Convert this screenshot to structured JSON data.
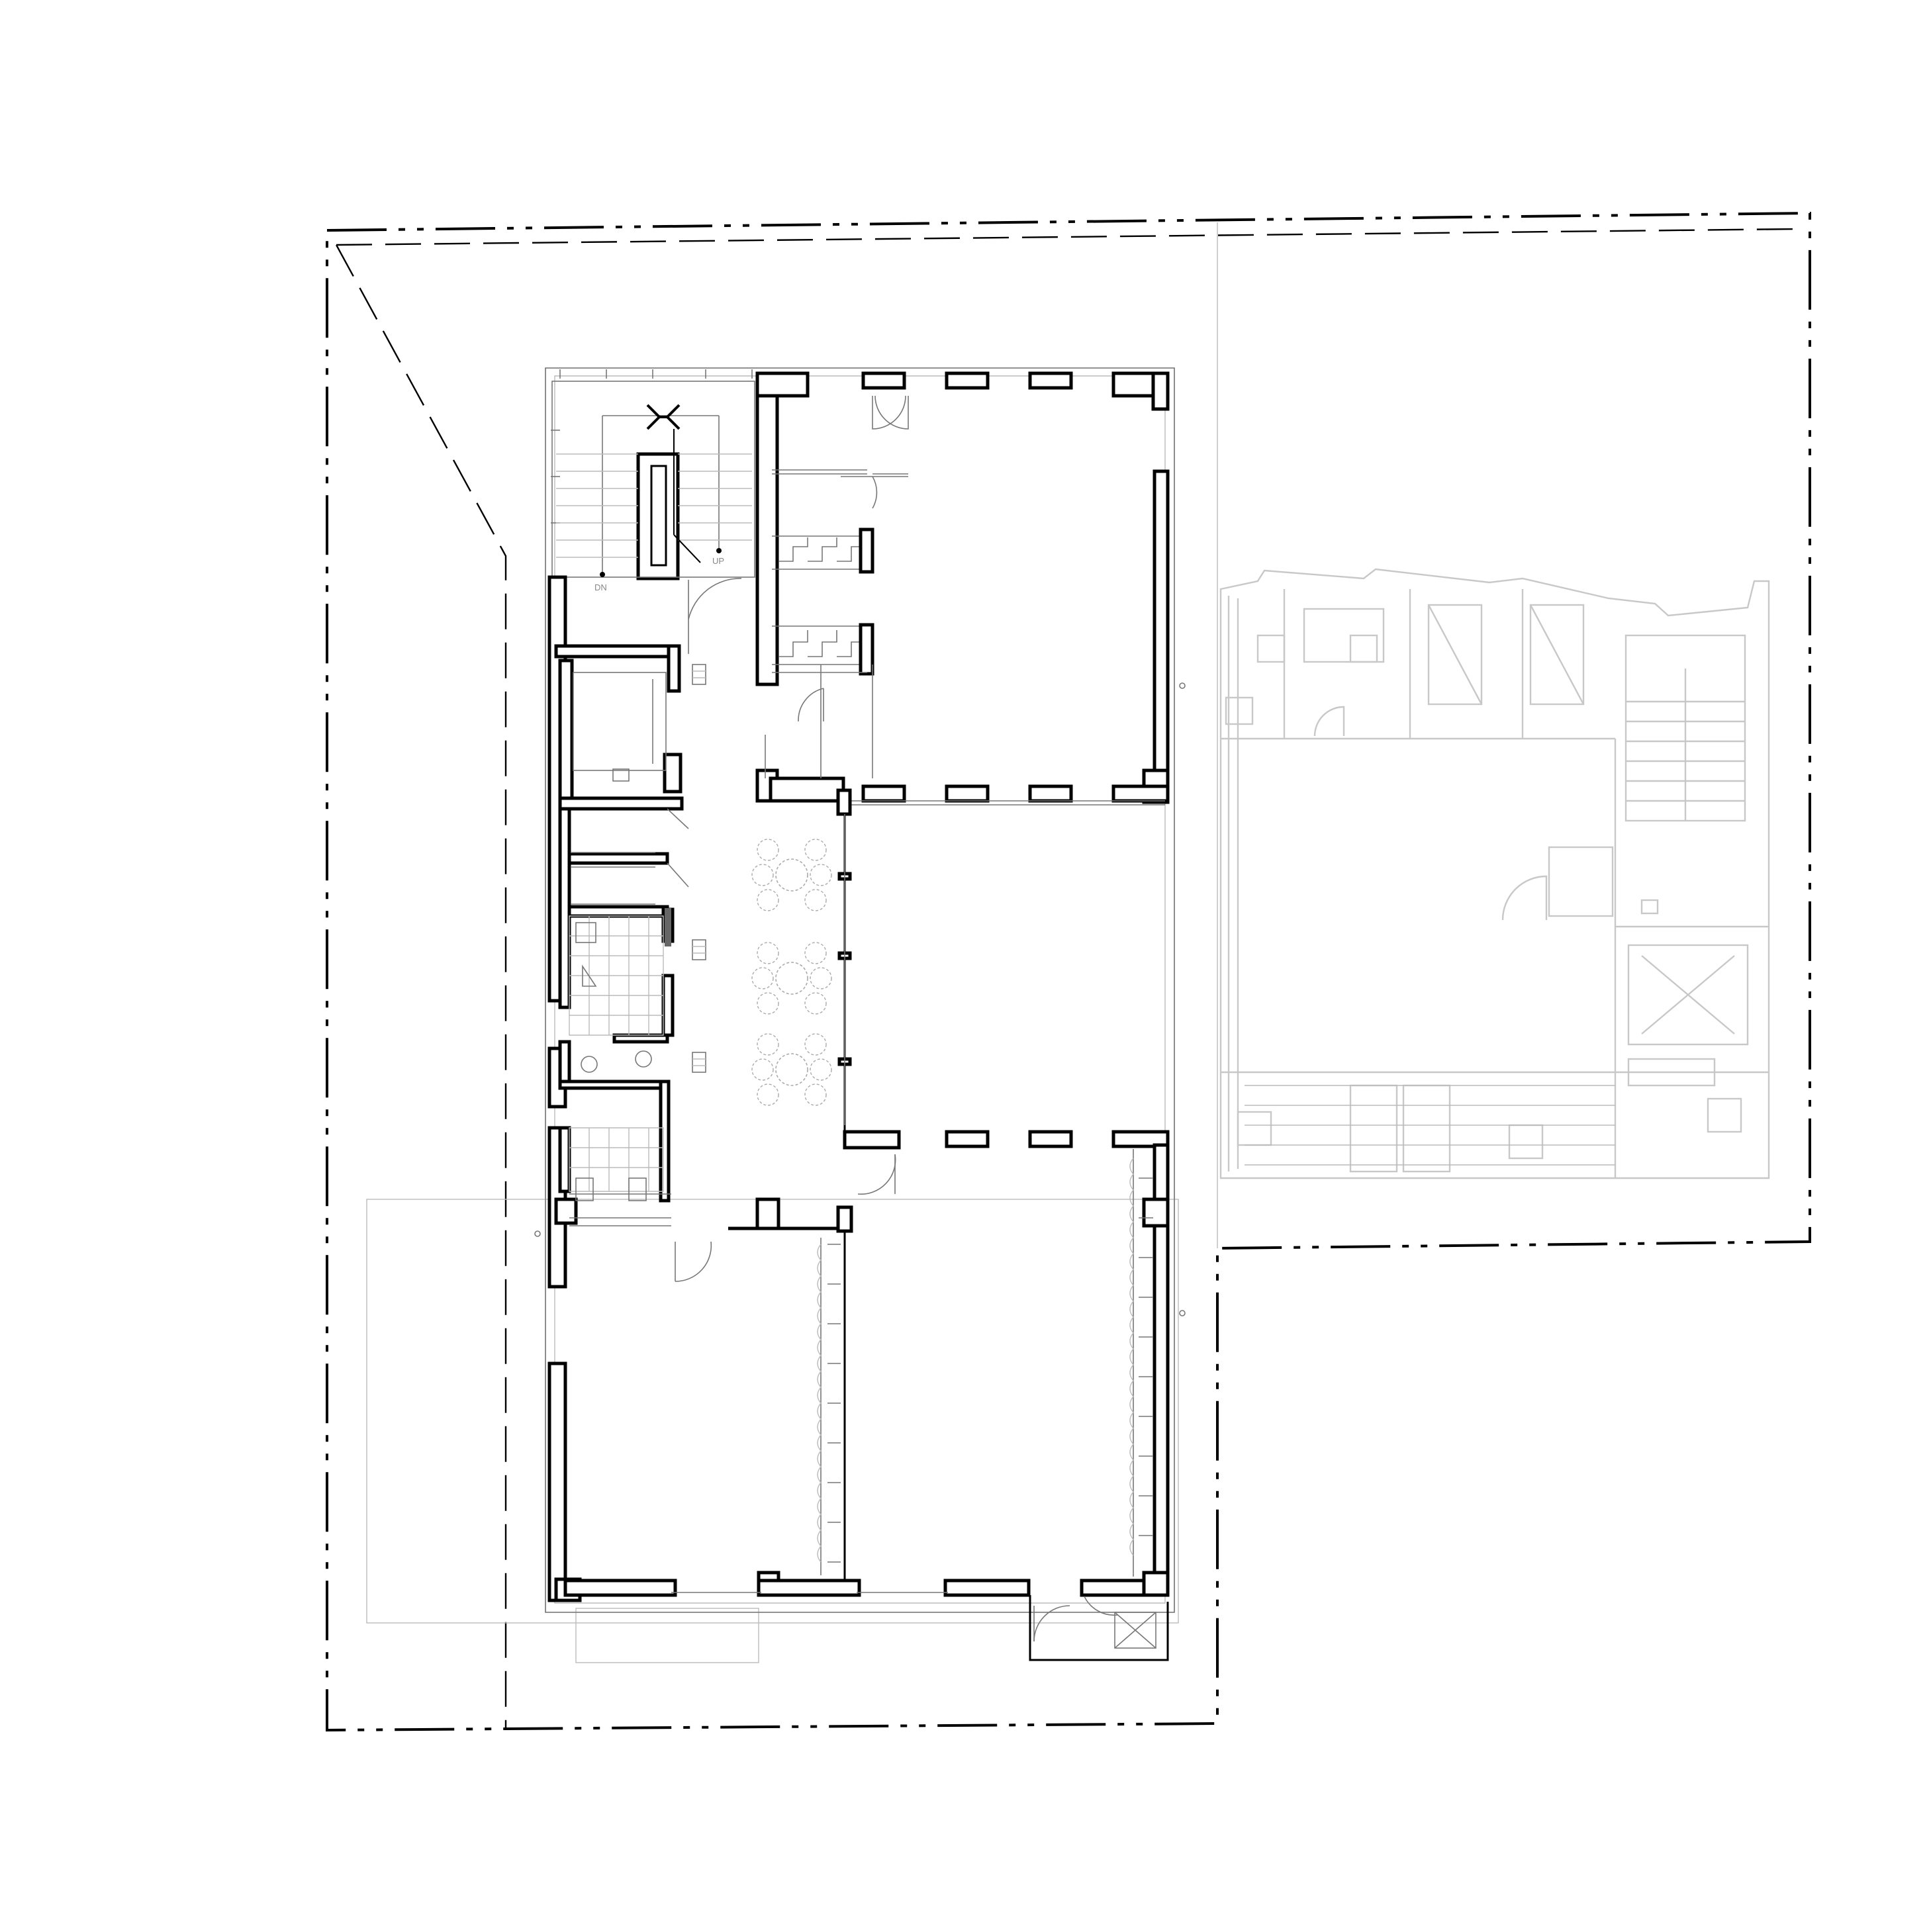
{
  "drawing": {
    "type": "architectural floor plan",
    "colors": {
      "wall": "#000000",
      "background": "#ffffff",
      "neighbor_ghost": "#c8c8c8",
      "annotation": "#888888"
    },
    "stair_labels": {
      "down": "DN",
      "up": "UP"
    }
  }
}
